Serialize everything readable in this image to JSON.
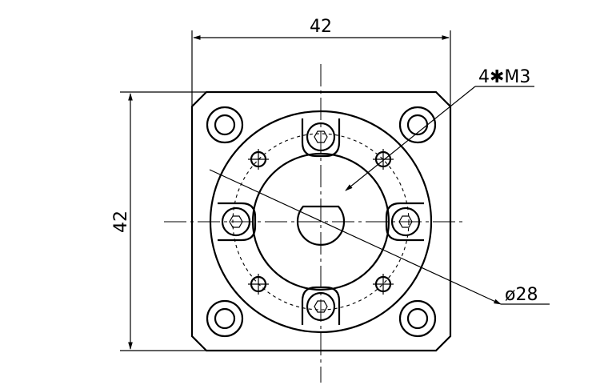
{
  "dimensions": {
    "width_label": "42",
    "height_label": "42",
    "hole_callout": "4✱M3",
    "pcd_callout": "ø28"
  },
  "colors": {
    "line": "#000000",
    "background": "#ffffff"
  }
}
